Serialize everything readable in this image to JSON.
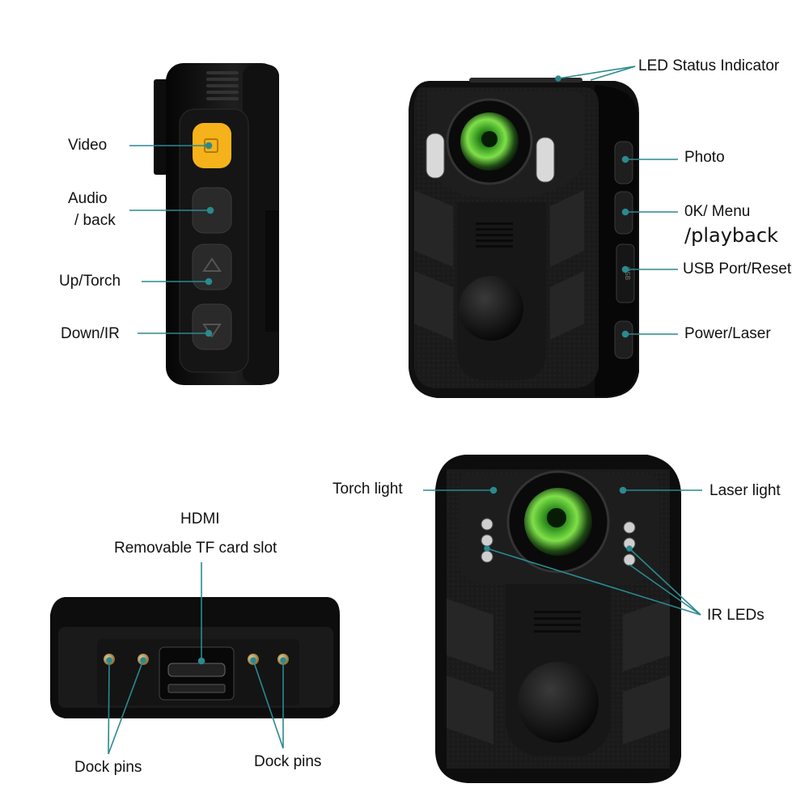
{
  "side_view": {
    "video_label": "Video",
    "audio_label": "Audio",
    "back_label": "/ back",
    "up_torch_label": "Up/Torch",
    "down_ir_label": "Down/IR"
  },
  "front_view": {
    "led_label": "LED Status Indicator",
    "photo_label": "Photo",
    "ok_menu_label": "0K/ Menu",
    "playback_label": "/playback",
    "usb_label": "USB Port/Reset",
    "power_label": "Power/Laser",
    "usb_port_text": "USB"
  },
  "bottom_view": {
    "hdmi_label": "HDMI",
    "tf_label": "Removable TF card slot",
    "dock_pins_left": "Dock pins",
    "dock_pins_right": "Dock pins"
  },
  "face_view": {
    "torch_label": "Torch light",
    "laser_label": "Laser light",
    "ir_label": "IR LEDs"
  },
  "colors": {
    "leader_line": "#2a8a8f",
    "body": "#1a1a1a",
    "video_button": "#f5b21b",
    "lens_green": "#4ec23c"
  }
}
